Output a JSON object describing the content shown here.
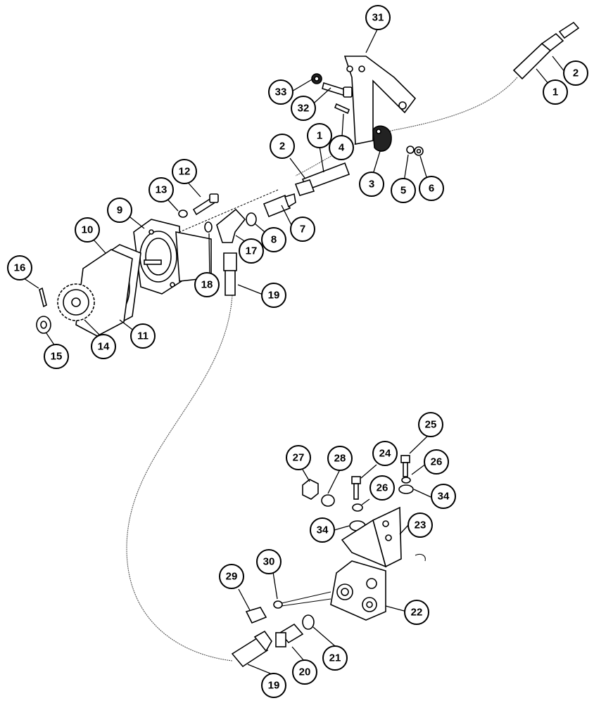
{
  "diagram": {
    "callouts": [
      {
        "label": "31"
      },
      {
        "label": "2"
      },
      {
        "label": "1"
      },
      {
        "label": "33"
      },
      {
        "label": "32"
      },
      {
        "label": "4"
      },
      {
        "label": "2"
      },
      {
        "label": "1"
      },
      {
        "label": "3"
      },
      {
        "label": "5"
      },
      {
        "label": "6"
      },
      {
        "label": "12"
      },
      {
        "label": "13"
      },
      {
        "label": "9"
      },
      {
        "label": "10"
      },
      {
        "label": "7"
      },
      {
        "label": "8"
      },
      {
        "label": "17"
      },
      {
        "label": "18"
      },
      {
        "label": "19"
      },
      {
        "label": "16"
      },
      {
        "label": "14"
      },
      {
        "label": "11"
      },
      {
        "label": "15"
      },
      {
        "label": "25"
      },
      {
        "label": "27"
      },
      {
        "label": "28"
      },
      {
        "label": "24"
      },
      {
        "label": "26"
      },
      {
        "label": "26"
      },
      {
        "label": "34"
      },
      {
        "label": "34"
      },
      {
        "label": "23"
      },
      {
        "label": "30"
      },
      {
        "label": "29"
      },
      {
        "label": "22"
      },
      {
        "label": "21"
      },
      {
        "label": "20"
      },
      {
        "label": "19"
      }
    ]
  }
}
